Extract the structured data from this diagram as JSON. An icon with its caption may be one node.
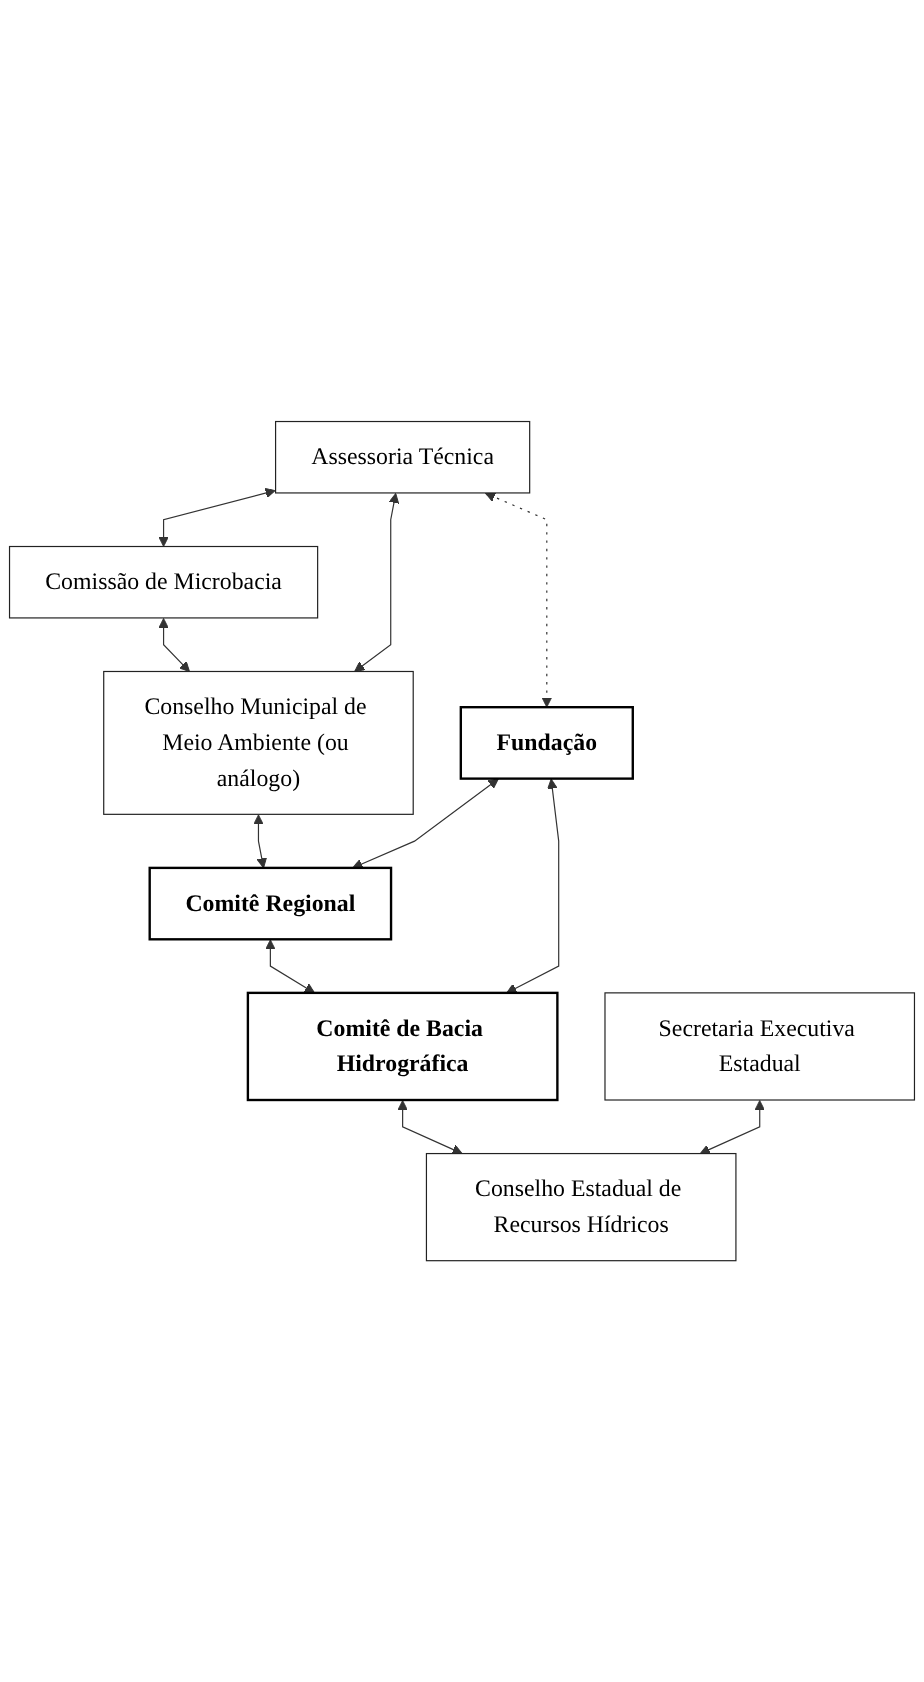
{
  "diagram": {
    "nodes": [
      {
        "text": [
          "Comissão de Microbacia"
        ]
      },
      {
        "text": [
          "Assessoria Técnica"
        ]
      },
      {
        "text": [
          "Conselho Municipal de Meio Ambiente (ou análogo)"
        ]
      },
      {
        "text": [
          "Comitê Regional"
        ]
      },
      {
        "text": [
          "Fundação"
        ]
      },
      {
        "text": [
          "Comitê de Bacia Hidrográfica"
        ]
      },
      {
        "text": [
          "Secretaria Executiva Estadual"
        ]
      },
      {
        "text": [
          "Conselho Estadual de Recursos Hídricos"
        ]
      }
    ],
    "edges": [
      {
        "from": 1,
        "to": 0,
        "arrow": "both"
      },
      {
        "from": 0,
        "to": 2,
        "arrow": "both"
      },
      {
        "from": 1,
        "to": 2,
        "arrow": "both"
      },
      {
        "from": 1,
        "to": 4,
        "arrow": "both",
        "style": "dashed"
      },
      {
        "from": 2,
        "to": 3,
        "arrow": "both"
      },
      {
        "from": 4,
        "to": 3,
        "arrow": "both"
      },
      {
        "from": 3,
        "to": 5,
        "arrow": "both"
      },
      {
        "from": 4,
        "to": 5,
        "arrow": "both"
      },
      {
        "from": 5,
        "to": 7,
        "arrow": "both"
      },
      {
        "from": 6,
        "to": 7,
        "arrow": "both"
      }
    ]
  }
}
